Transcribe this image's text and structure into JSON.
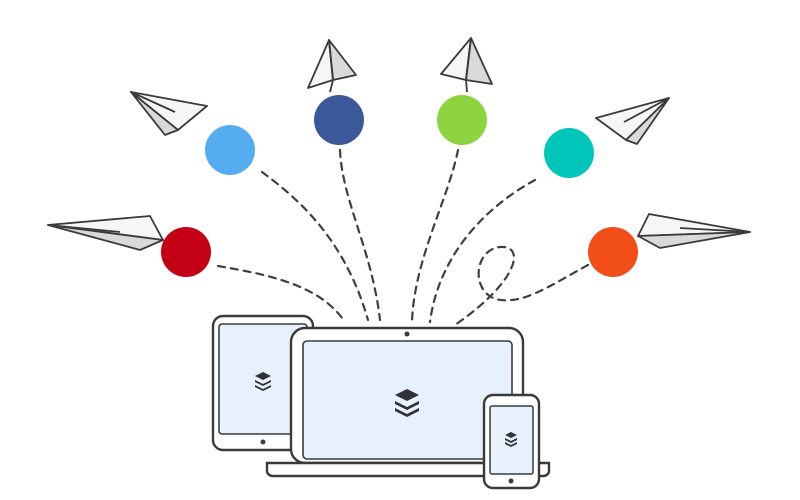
{
  "scene": {
    "description_free": true,
    "colors": {
      "outline": "#3a3a3a",
      "screen_fill": "#e7f1fc",
      "device_fill": "#ffffff",
      "plane_fill": "#f6f6f6",
      "plane_shade": "#d9d9d9",
      "trail": "#3f3f3f",
      "layers_icon": "#2f3338"
    },
    "dots": [
      {
        "id": "red",
        "color": "#c40014"
      },
      {
        "id": "light-blue",
        "color": "#55acee"
      },
      {
        "id": "dark-blue",
        "color": "#3b5998"
      },
      {
        "id": "lime-green",
        "color": "#8dd43f"
      },
      {
        "id": "teal",
        "color": "#00c6b9"
      },
      {
        "id": "orange",
        "color": "#f24e17"
      }
    ],
    "icons": [
      "paper-plane-icon",
      "layers-icon"
    ]
  }
}
